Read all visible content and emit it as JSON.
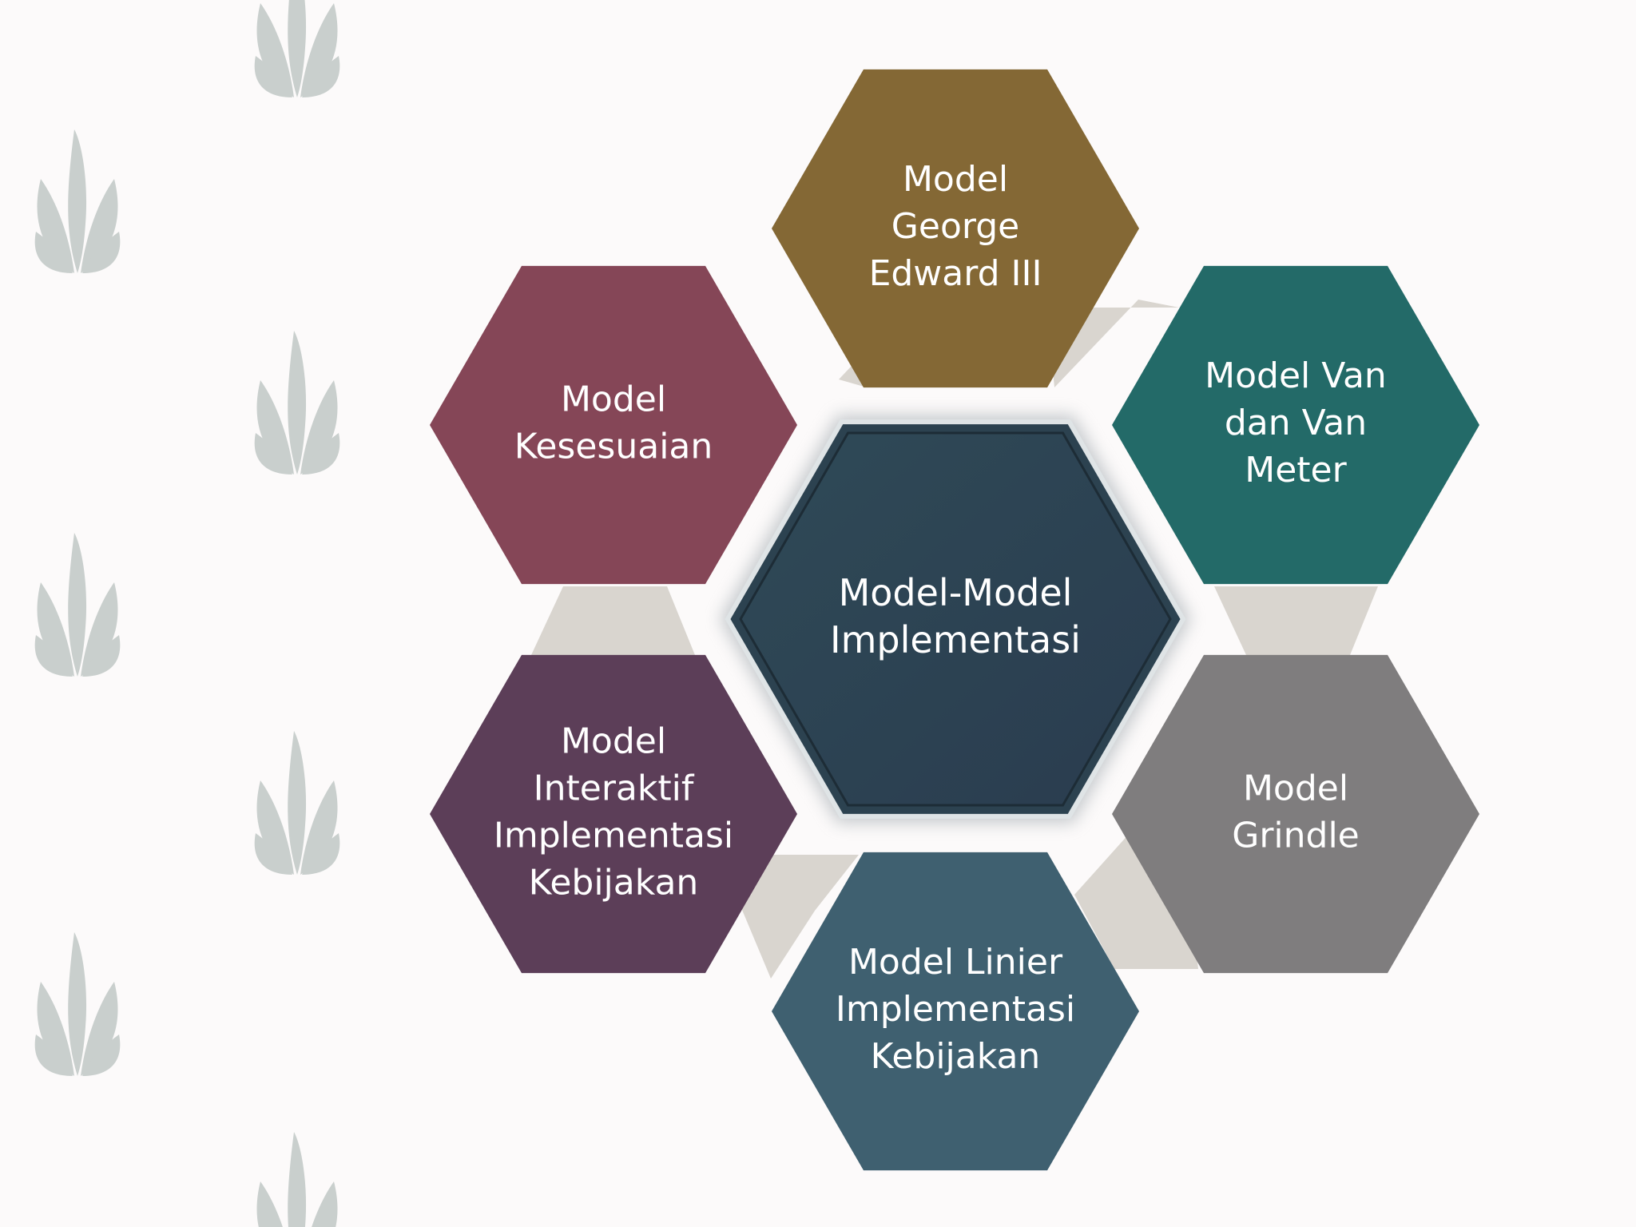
{
  "diagram": {
    "center": {
      "lines": [
        "Model-Model",
        "Implementasi"
      ],
      "color": "#2c4250"
    },
    "nodes": [
      {
        "id": "top",
        "lines": [
          "Model",
          "George",
          "Edward III"
        ],
        "color": "#846835"
      },
      {
        "id": "upper-right",
        "lines": [
          "Model Van",
          "dan Van",
          "Meter"
        ],
        "color": "#236a68"
      },
      {
        "id": "lower-right",
        "lines": [
          "Model",
          "Grindle"
        ],
        "color": "#7f7d7e"
      },
      {
        "id": "bottom",
        "lines": [
          "Model Linier",
          "Implementasi",
          "Kebijakan"
        ],
        "color": "#3f6070"
      },
      {
        "id": "lower-left",
        "lines": [
          "Model",
          "Interaktif",
          "Implementasi",
          "Kebijakan"
        ],
        "color": "#5c3e58"
      },
      {
        "id": "upper-left",
        "lines": [
          "Model",
          "Kesesuaian"
        ],
        "color": "#854657"
      }
    ],
    "connector_color": "#d9d5cf"
  },
  "decoration": {
    "leaf_color": "#c9cfcd"
  }
}
